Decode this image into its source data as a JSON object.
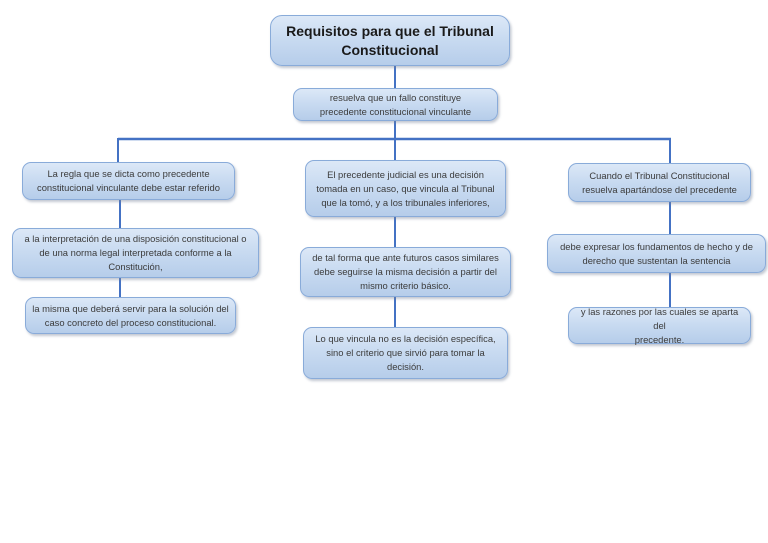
{
  "diagram": {
    "root": {
      "title": "Requisitos para que el Tribunal\nConstitucional"
    },
    "subtitle": "resuelva que un fallo constituye\nprecedente constitucional vinculante",
    "left": {
      "box1": "La regla que se dicta como precedente\nconstitucional vinculante debe estar referido",
      "box2": "a la interpretación de una disposición constitucional o\nde una norma legal interpretada conforme a la\nConstitución,",
      "box3": "la misma que deberá servir para la solución del\ncaso concreto del proceso constitucional."
    },
    "middle": {
      "box1": "El precedente judicial es una decisión\ntomada en un caso, que vincula al Tribunal\nque la tomó, y a los tribunales inferiores,",
      "box2": "de tal forma que ante futuros casos similares\ndebe seguirse la misma decisión a partir del\nmismo criterio básico.",
      "box3": "Lo que vincula no es la decisión específica,\nsino el criterio que sirvió para tomar la\ndecisión."
    },
    "right": {
      "box1": "Cuando el Tribunal Constitucional\nresuelva apartándose del precedente",
      "box2": "debe expresar los fundamentos de hecho y de\nderecho que sustentan la sentencia",
      "box3": "y las razones por las cuales se aparta del\nprecedente."
    },
    "colors": {
      "box_fill_top": "#dce8f7",
      "box_fill_bottom": "#b6cdea",
      "box_border": "#89abd9",
      "connector": "#4472c4",
      "body_text": "#3b3b3b",
      "title_text": "#1a1a1a"
    }
  }
}
